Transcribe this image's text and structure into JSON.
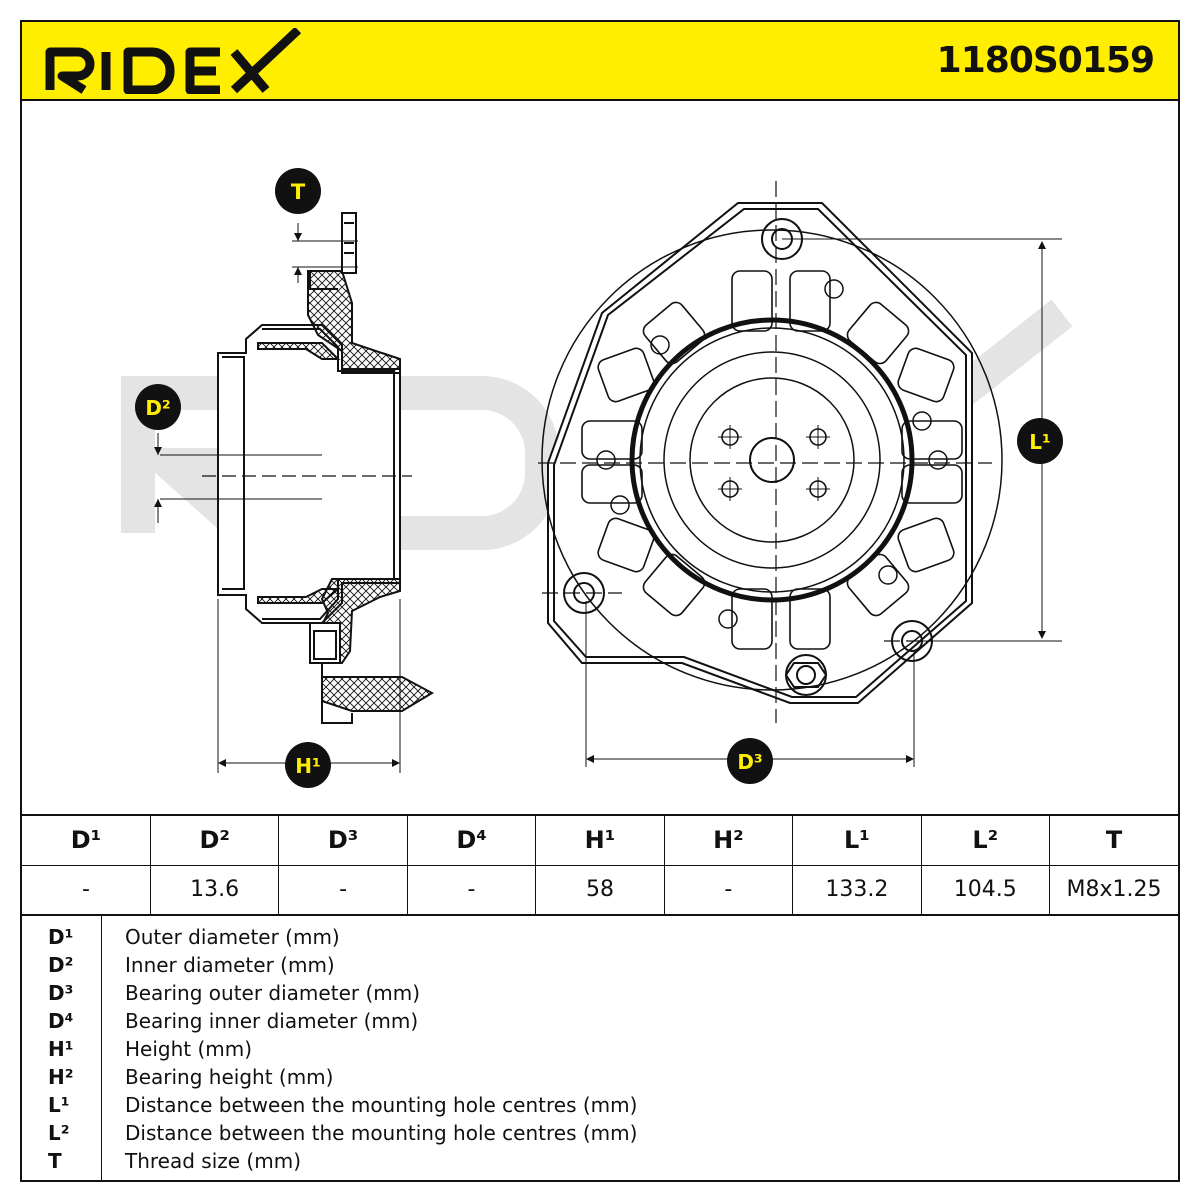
{
  "header": {
    "brand": "RIDEX",
    "part_number": "1180S0159",
    "accent_color": "#ffee00"
  },
  "drawing": {
    "watermark": "RIDEX",
    "labels": {
      "T": "T",
      "D2": "D²",
      "H1": "H¹",
      "L1": "L¹",
      "D3": "D³"
    }
  },
  "table": {
    "headers": [
      "D¹",
      "D²",
      "D³",
      "D⁴",
      "H¹",
      "H²",
      "L¹",
      "L²",
      "T"
    ],
    "values": [
      "-",
      "13.6",
      "-",
      "-",
      "58",
      "-",
      "133.2",
      "104.5",
      "M8x1.25"
    ]
  },
  "legend": [
    {
      "key": "D¹",
      "desc": "Outer diameter (mm)"
    },
    {
      "key": "D²",
      "desc": "Inner diameter (mm)"
    },
    {
      "key": "D³",
      "desc": "Bearing outer diameter (mm)"
    },
    {
      "key": "D⁴",
      "desc": "Bearing inner diameter (mm)"
    },
    {
      "key": "H¹",
      "desc": "Height (mm)"
    },
    {
      "key": "H²",
      "desc": "Bearing height (mm)"
    },
    {
      "key": "L¹",
      "desc": "Distance between the mounting hole centres (mm)"
    },
    {
      "key": "L²",
      "desc": "Distance between the mounting hole centres (mm)"
    },
    {
      "key": "T",
      "desc": "Thread size (mm)"
    }
  ]
}
